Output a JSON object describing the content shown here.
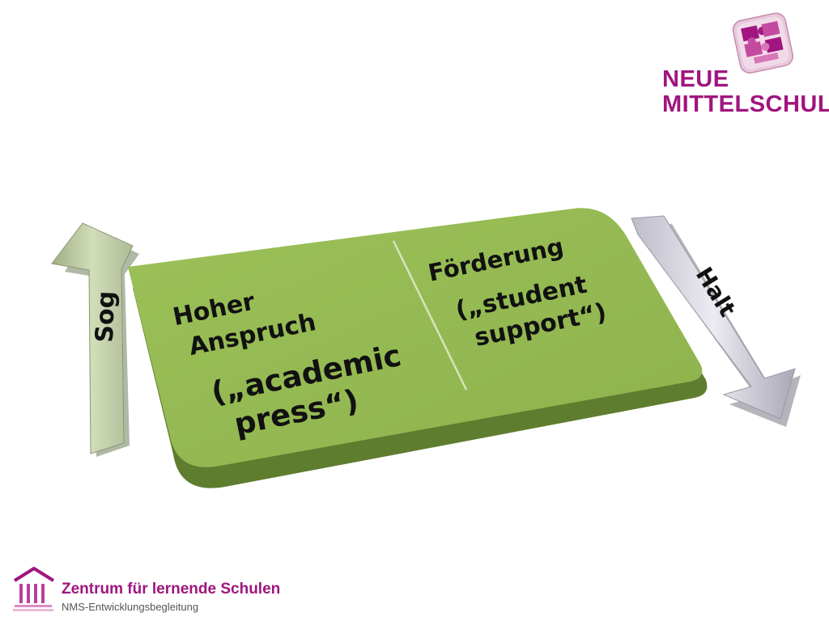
{
  "logo": {
    "line1": "NEUE",
    "line2": "MITTELSCHULE"
  },
  "diagram": {
    "left_arrow_label": "Sog",
    "right_arrow_label": "Halt",
    "left_panel": {
      "title_line1": "Hoher",
      "title_line2": "Anspruch",
      "subtitle_line1": "(„academic",
      "subtitle_line2": "press“)"
    },
    "right_panel": {
      "title": "Förderung",
      "subtitle_line1": "(„student",
      "subtitle_line2": "support“)"
    }
  },
  "footer": {
    "title": "Zentrum für lernende Schulen",
    "subtitle": "NMS-Entwicklungsbegleitung"
  },
  "colors": {
    "slab_green": "#93b752",
    "slab_shadow": "#5f7d2e",
    "left_arrow": "#c6d3ab",
    "right_arrow": "#d9d8e3",
    "brand_magenta": "#a0157f"
  }
}
